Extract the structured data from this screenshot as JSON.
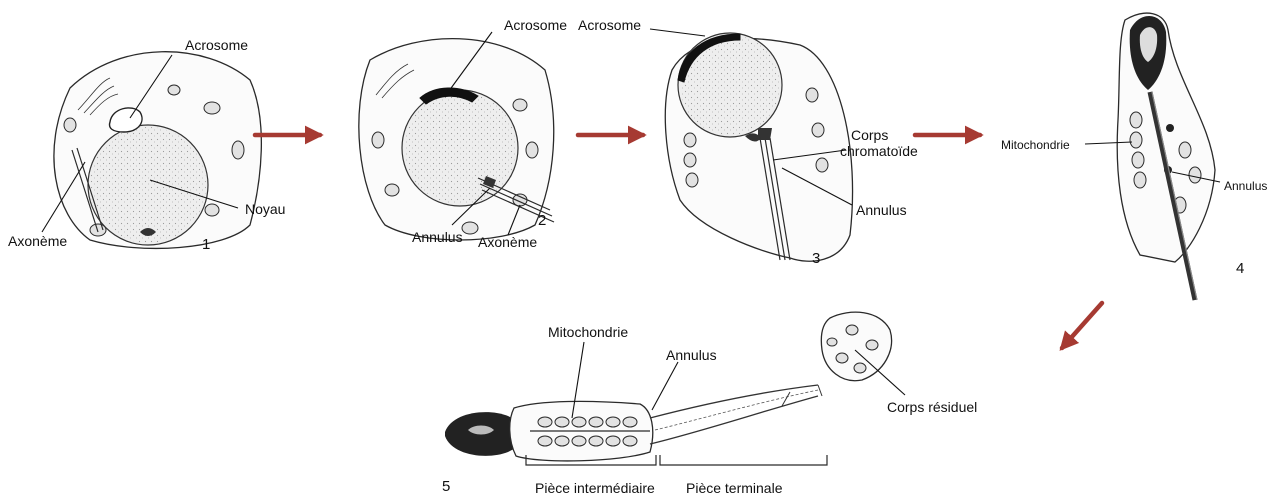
{
  "colors": {
    "arrow": "#a63a32",
    "ink": "#222222"
  },
  "stage1": {
    "number": "1",
    "acrosome": "Acrosome",
    "noyau": "Noyau",
    "axoneme": "Axonème"
  },
  "stage2": {
    "number": "2",
    "acrosome": "Acrosome",
    "annulus": "Annulus",
    "axoneme": "Axonème"
  },
  "stage3": {
    "number": "3",
    "acrosome": "Acrosome",
    "corps_line1": "Corps",
    "corps_line2": "chromatoïde",
    "annulus": "Annulus"
  },
  "stage4": {
    "number": "4",
    "mitochondrie": "Mitochondrie",
    "annulus": "Annulus"
  },
  "stage5": {
    "number": "5",
    "mitochondrie": "Mitochondrie",
    "annulus": "Annulus",
    "corps_residuel": "Corps résiduel",
    "piece_intermediaire": "Pièce intermédiaire",
    "piece_terminale": "Pièce terminale"
  }
}
